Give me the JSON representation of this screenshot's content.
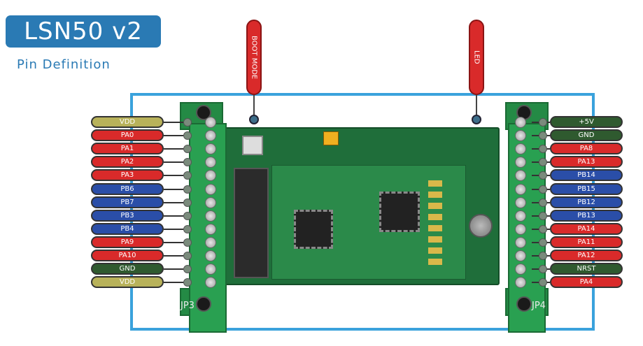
{
  "header": {
    "title": "LSN50 v2",
    "subtitle": "Pin Definition"
  },
  "callouts": [
    {
      "label": "BOOT MODE",
      "color": "#d92a2a"
    },
    {
      "label": "LED",
      "color": "#d92a2a"
    }
  ],
  "connectors": {
    "left_name": "JP3",
    "right_name": "JP4"
  },
  "colors": {
    "power": "#b8b25a",
    "pa": "#d92a2a",
    "pb": "#2a4ea8",
    "gnd": "#2f5a2f",
    "frame": "#3aa2dc",
    "title_bg": "#2a7ab4"
  },
  "left_pins": [
    {
      "label": "VDD",
      "type": "power"
    },
    {
      "label": "PA0",
      "type": "pa"
    },
    {
      "label": "PA1",
      "type": "pa"
    },
    {
      "label": "PA2",
      "type": "pa"
    },
    {
      "label": "PA3",
      "type": "pa"
    },
    {
      "label": "PB6",
      "type": "pb"
    },
    {
      "label": "PB7",
      "type": "pb"
    },
    {
      "label": "PB3",
      "type": "pb"
    },
    {
      "label": "PB4",
      "type": "pb"
    },
    {
      "label": "PA9",
      "type": "pa"
    },
    {
      "label": "PA10",
      "type": "pa"
    },
    {
      "label": "GND",
      "type": "gnd"
    },
    {
      "label": "VDD",
      "type": "power"
    }
  ],
  "right_pins": [
    {
      "label": "+5V",
      "type": "gnd"
    },
    {
      "label": "GND",
      "type": "gnd"
    },
    {
      "label": "PA8",
      "type": "pa"
    },
    {
      "label": "PA13",
      "type": "pa"
    },
    {
      "label": "PB14",
      "type": "pb"
    },
    {
      "label": "PB15",
      "type": "pb"
    },
    {
      "label": "PB12",
      "type": "pb"
    },
    {
      "label": "PB13",
      "type": "pb"
    },
    {
      "label": "PA14",
      "type": "pa"
    },
    {
      "label": "PA11",
      "type": "pa"
    },
    {
      "label": "PA12",
      "type": "pa"
    },
    {
      "label": "NRST",
      "type": "gnd"
    },
    {
      "label": "PA4",
      "type": "pa"
    }
  ]
}
